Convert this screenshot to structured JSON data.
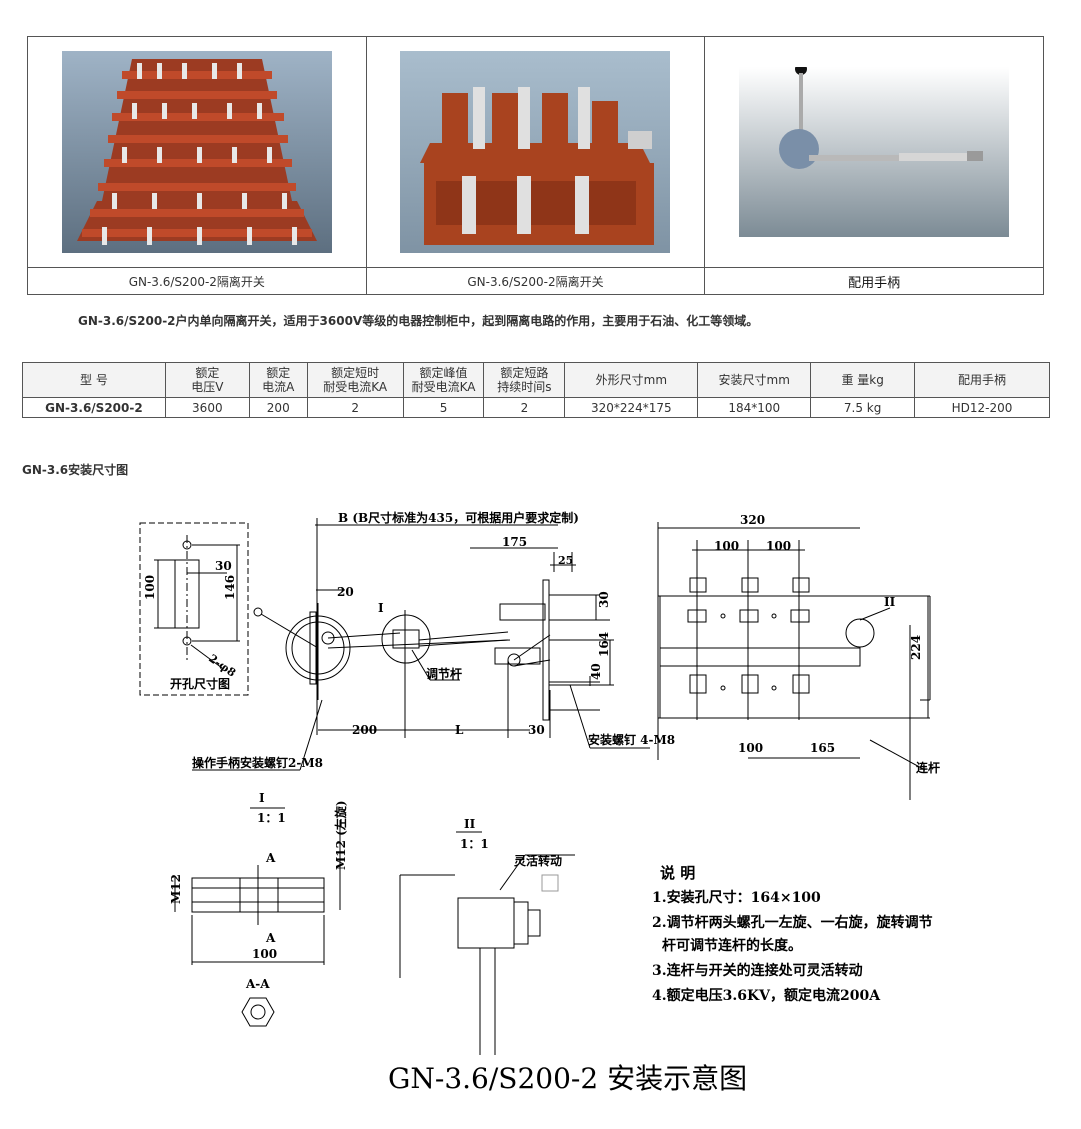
{
  "photos": [
    {
      "caption": "GN-3.6/S200-2隔离开关",
      "icon": "stacked-switches-photo"
    },
    {
      "caption": "GN-3.6/S200-2隔离开关",
      "icon": "single-switch-photo"
    },
    {
      "caption": "配用手柄",
      "icon": "operating-handle-photo"
    }
  ],
  "description": "GN-3.6/S200-2户内单向隔离开关，适用于3600V等级的电器控制柜中，起到隔离电路的作用，主要用于石油、化工等领域。",
  "spec_table": {
    "headers": [
      [
        "型 号"
      ],
      [
        "额定",
        "电压V"
      ],
      [
        "额定",
        "电流A"
      ],
      [
        "额定短时",
        "耐受电流KA"
      ],
      [
        "额定峰值",
        "耐受电流KA"
      ],
      [
        "额定短路",
        "持续时间s"
      ],
      [
        "外形尺寸mm"
      ],
      [
        "安装尺寸mm"
      ],
      [
        "重 量kg"
      ],
      [
        "配用手柄"
      ]
    ],
    "row": [
      "GN-3.6/S200-2",
      "3600",
      "200",
      "2",
      "5",
      "2",
      "320*224*175",
      "184*100",
      "7.5 kg",
      "HD12-200"
    ]
  },
  "section_title": "GN-3.6安装尺寸图",
  "drawing": {
    "b_dim": "B (B尺寸标准为435，可根据用户要求定制)",
    "d175": "175",
    "d25": "25",
    "d20": "20",
    "d30a": "30",
    "d164": "164",
    "d40": "40",
    "d200": "200",
    "dL": "L",
    "d30b": "30",
    "roman1": "I",
    "roman2": "II",
    "tiaojiegan": "调节杆",
    "bolt4": "安装螺钉 4-M8",
    "bolt2": "操作手柄安装螺钉2-M8",
    "hole_title": "开孔尺寸图",
    "h30": "30",
    "h100": "100",
    "h146": "146",
    "h2m8": "2-φ8",
    "d320": "320",
    "d100a": "100",
    "d100b": "100",
    "d224": "224",
    "d100c": "100",
    "d165": "165",
    "liangan": "连杆",
    "det1_title": "I",
    "det1_scale": "1：1",
    "det1_a": "A",
    "det1_a2": "A",
    "det1_m12": "M12",
    "det1_m12l": "M12 (左旋)",
    "det1_100": "100",
    "aa": "A-A",
    "det2_title": "II",
    "det2_scale": "1：1",
    "det2_flex": "灵活转动",
    "notes_title": "说 明",
    "notes": [
      "1.安装孔尺寸：164×100",
      "2.调节杆两头螺孔一左旋、一右旋，旋转调节",
      "杆可调节连杆的长度。",
      "3.连杆与开关的连接处可灵活转动",
      "4.额定电压3.6KV，额定电流200A"
    ],
    "main_title": "GN-3.6/S200-2 安装示意图"
  }
}
